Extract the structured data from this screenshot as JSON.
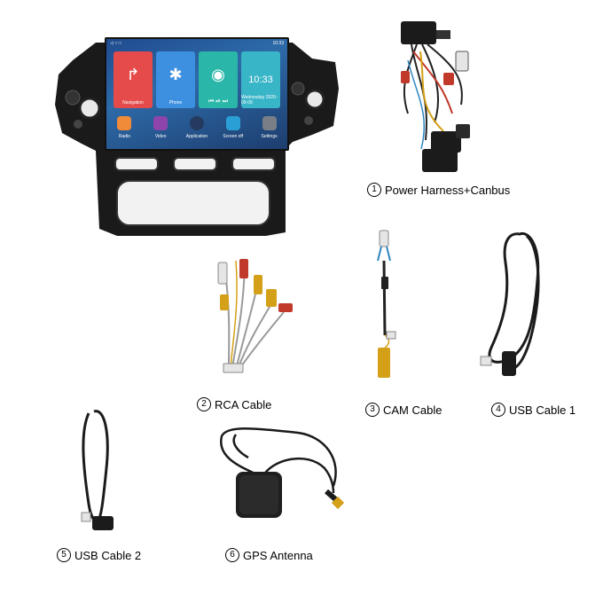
{
  "head_unit": {
    "status_time": "10:33",
    "tiles": [
      {
        "label": "Navigation",
        "color": "#e54b4b"
      },
      {
        "label": "Phone",
        "color": "#3d8fe0"
      },
      {
        "label": "",
        "color": "#2ab7a9"
      },
      {
        "label": "Wednesday 2020-09-09",
        "color": "#39b5c8"
      }
    ],
    "clock_time": "10:33",
    "dock": [
      {
        "label": "Radio",
        "color": "#f08b3a"
      },
      {
        "label": "Video",
        "color": "#8e44ad"
      },
      {
        "label": "Application",
        "color": "#243a5e"
      },
      {
        "label": "Screen off",
        "color": "#2a9fd6"
      },
      {
        "label": "Settings",
        "color": "#7a7f87"
      }
    ]
  },
  "captions": {
    "c1": {
      "num": "1",
      "text": "Power Harness+Canbus"
    },
    "c2": {
      "num": "2",
      "text": "RCA Cable"
    },
    "c3": {
      "num": "3",
      "text": "CAM Cable"
    },
    "c4": {
      "num": "4",
      "text": "USB Cable 1"
    },
    "c5": {
      "num": "5",
      "text": "USB Cable 2"
    },
    "c6": {
      "num": "6",
      "text": "GPS Antenna"
    }
  }
}
